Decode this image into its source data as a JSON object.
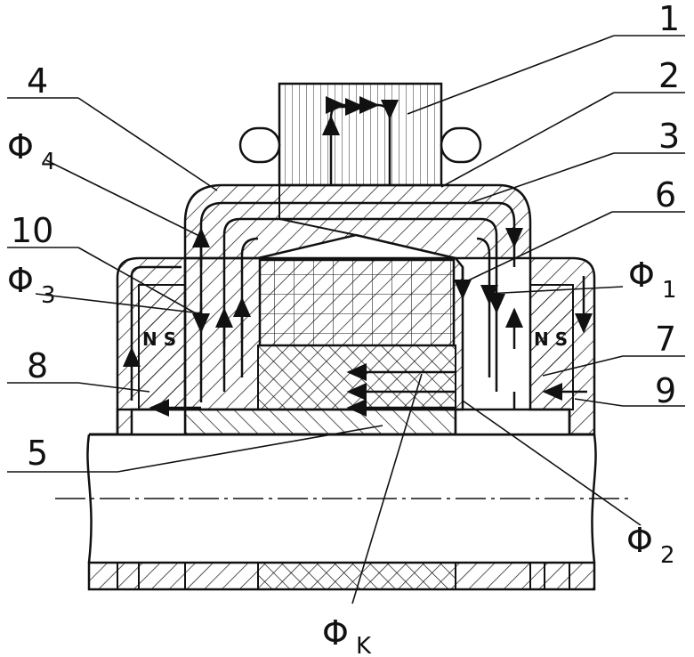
{
  "labels": {
    "part_1": "1",
    "part_2": "2",
    "part_3": "3",
    "part_4": "4",
    "part_5": "5",
    "part_6": "6",
    "part_7": "7",
    "part_8": "8",
    "part_9": "9",
    "part_10": "10"
  },
  "flux": {
    "symbol": "Φ",
    "phi1_sub": "1",
    "phi2_sub": "2",
    "phi3_sub": "3",
    "phi4_sub": "4",
    "phik_sub": "K"
  },
  "poles": {
    "left_magnet": "N S",
    "right_magnet": "N S"
  },
  "colors": {
    "ink": "#111111",
    "background": "#ffffff"
  }
}
